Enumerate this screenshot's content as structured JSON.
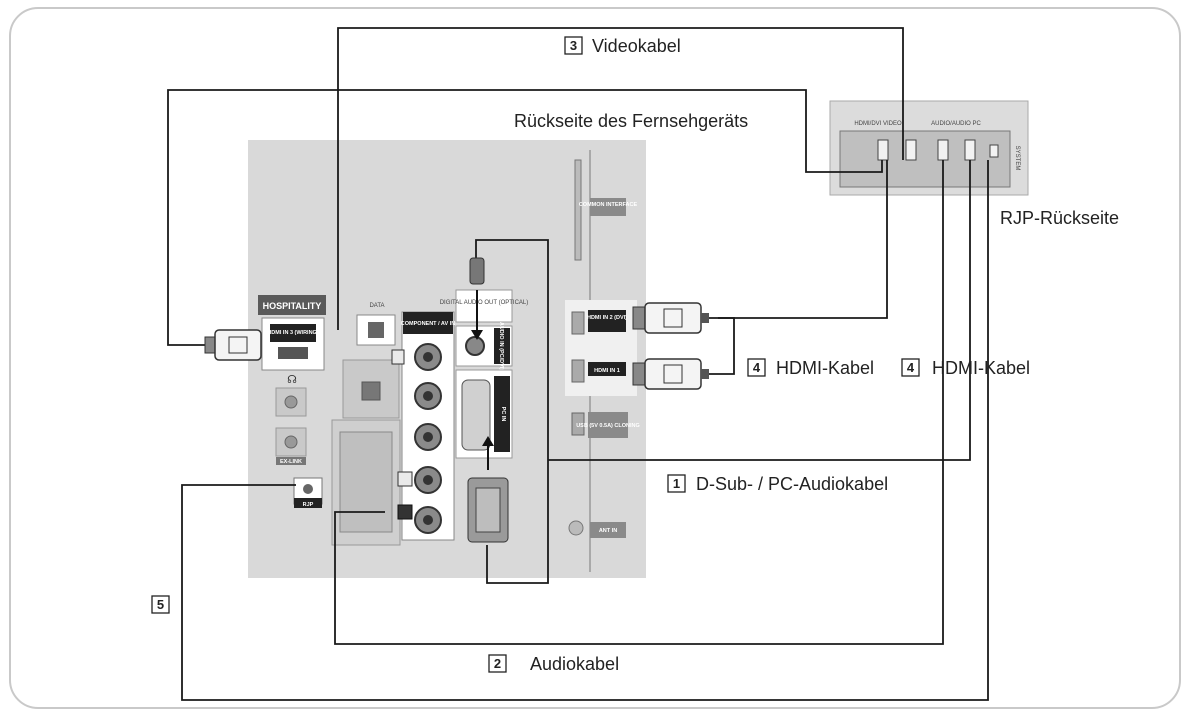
{
  "labels": {
    "tv_back": "Rückseite des Fernsehgeräts",
    "rjp_back": "RJP-Rückseite",
    "video_cable": "Videokabel",
    "audio_cable": "Audiokabel",
    "dsub_cable": "D-Sub- / PC-Audiokabel",
    "hdmi_cable_1": "HDMI-Kabel",
    "hdmi_cable_2": "HDMI-Kabel"
  },
  "numbers": {
    "video": "3",
    "audio": "2",
    "dsub": "1",
    "hdmi_1": "4",
    "hdmi_2": "4",
    "rjp_cable": "5"
  },
  "tv_ports": {
    "hospitality": "HOSPITALITY",
    "hdmi3_wiring": "HDMI IN 3 (WIRING)",
    "data": "DATA",
    "component": "COMPONENT / AV IN",
    "digital_audio": "DIGITAL AUDIO OUT (OPTICAL)",
    "audio_in": "AUDIO IN (PC/DVI)",
    "pc_in": "PC IN",
    "common_interface": "COMMON INTERFACE",
    "hdmi2": "HDMI IN 2 (DVI)",
    "hdmi1": "HDMI IN 1",
    "usb": "USB (5V 0.5A) CLONING",
    "ant_in": "ANT IN",
    "rjp": "RJP",
    "ex_link": "EX-LINK"
  },
  "rjp_ports": {
    "hdmi_video": "HDMI/DVI VIDEO",
    "audio": "AUDIO/AUDIO PC",
    "side": "SYSTEM"
  }
}
